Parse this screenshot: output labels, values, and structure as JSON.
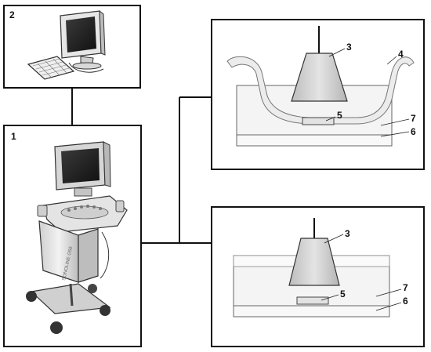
{
  "labels": {
    "ultrasound_system": "1",
    "computer": "2",
    "transducer_top": "3",
    "membrane": "4",
    "target_top": "5",
    "base_top": "6",
    "phantom_top": "7",
    "transducer_bottom": "3",
    "target_bottom": "5",
    "phantom_bottom": "7",
    "base_bottom": "6"
  },
  "device_branding": "SONOLINE G50",
  "colors": {
    "frame": "#111111",
    "phantom_fill": "#f4f4f4",
    "transducer_fill": "#d2d2d2",
    "membrane_fill": "#ececec"
  }
}
